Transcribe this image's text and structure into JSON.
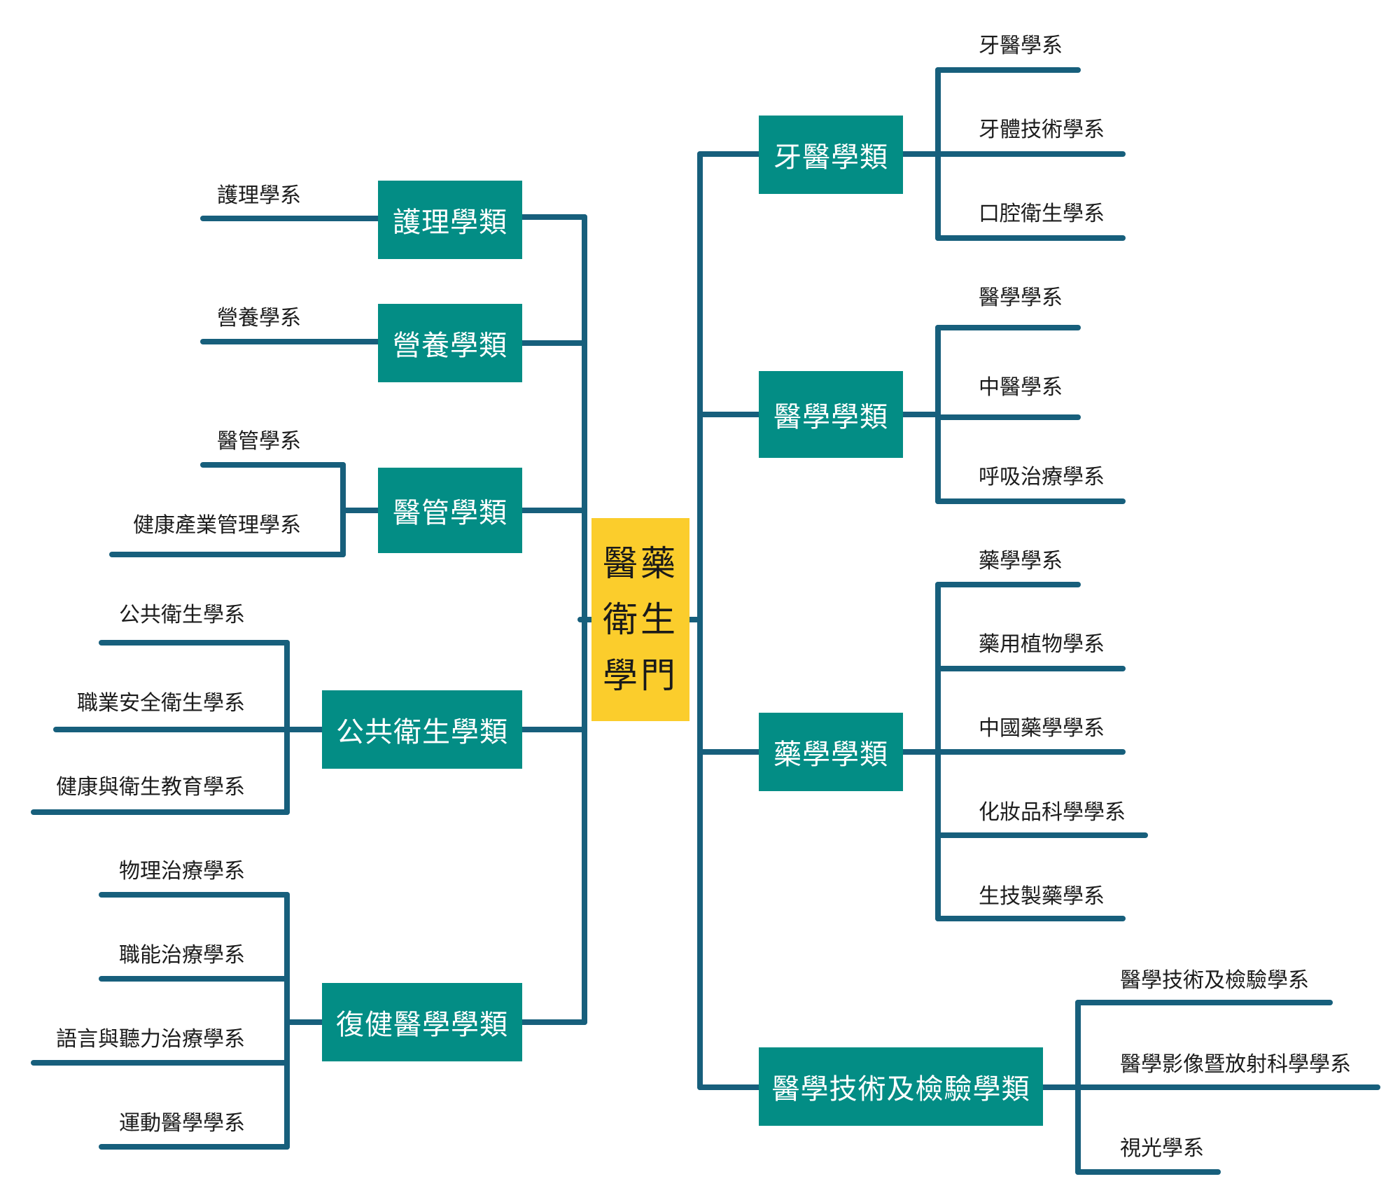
{
  "root": {
    "lines": [
      "醫藥",
      "衛生",
      "學門"
    ]
  },
  "colors": {
    "root": "#fbcd2c",
    "category": "#038d85",
    "connector": "#175f7c"
  },
  "left": [
    {
      "label": "護理學類",
      "departments": [
        "護理學系"
      ]
    },
    {
      "label": "營養學類",
      "departments": [
        "營養學系"
      ]
    },
    {
      "label": "醫管學類",
      "departments": [
        "醫管學系",
        "健康產業管理學系"
      ]
    },
    {
      "label": "公共衛生學類",
      "departments": [
        "公共衛生學系",
        "職業安全衛生學系",
        "健康與衛生教育學系"
      ]
    },
    {
      "label": "復健醫學學類",
      "departments": [
        "物理治療學系",
        "職能治療學系",
        "語言與聽力治療學系",
        "運動醫學學系"
      ]
    }
  ],
  "right": [
    {
      "label": "牙醫學類",
      "departments": [
        "牙醫學系",
        "牙體技術學系",
        "口腔衛生學系"
      ]
    },
    {
      "label": "醫學學類",
      "departments": [
        "醫學學系",
        "中醫學系",
        "呼吸治療學系"
      ]
    },
    {
      "label": "藥學學類",
      "departments": [
        "藥學學系",
        "藥用植物學系",
        "中國藥學學系",
        "化妝品科學學系",
        "生技製藥學系"
      ]
    },
    {
      "label": "醫學技術及檢驗學類",
      "departments": [
        "醫學技術及檢驗學系",
        "醫學影像暨放射科學學系",
        "視光學系"
      ]
    }
  ]
}
